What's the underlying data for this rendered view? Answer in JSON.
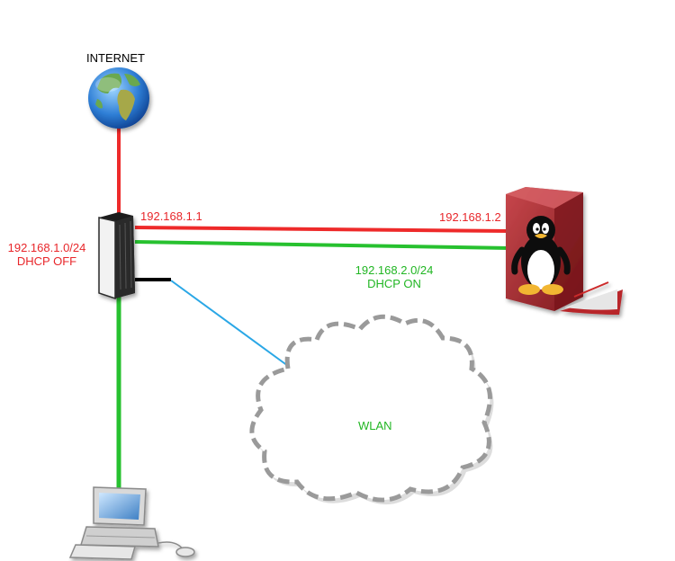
{
  "nodes": {
    "internet": {
      "label": "INTERNET",
      "icon": "globe-icon"
    },
    "router": {
      "subnet": "192.168.1.0/24",
      "dhcp": "DHCP OFF",
      "port_ip": "192.168.1.1",
      "icon": "router-icon"
    },
    "server": {
      "port_ip": "192.168.1.2",
      "icon": "linux-server-icon"
    },
    "lan2": {
      "subnet": "192.168.2.0/24",
      "dhcp": "DHCP ON"
    },
    "wlan": {
      "label": "WLAN",
      "icon": "cloud-icon"
    },
    "client": {
      "icon": "desktop-computer-icon"
    }
  },
  "colors": {
    "red_link": "#ee2a2a",
    "green_link": "#27c12f",
    "blue_link": "#2aa7e6",
    "black_link": "#000000",
    "red_text": "#e8262a",
    "green_text": "#21b623"
  }
}
